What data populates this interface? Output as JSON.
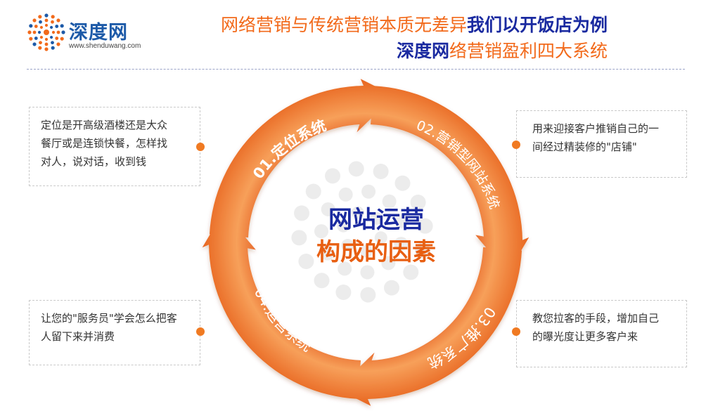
{
  "logo": {
    "name": "深度网",
    "url": "www.shenduwang.com"
  },
  "headline": {
    "line1_prefix": "网络营销与传统营销本质无差异",
    "line1_bold": "我们以开饭店为例",
    "line2_bold": "深度网",
    "line2_rest": "络营销盈利四大系统"
  },
  "center": {
    "line1": "网站运营",
    "line2": "构成的因素"
  },
  "segments": [
    {
      "label": "01.定位系统"
    },
    {
      "label": "02.营销型网站系统"
    },
    {
      "label": "03.推广系统"
    },
    {
      "label": "04.运营系统"
    }
  ],
  "notes": {
    "positioning": [
      "定位是开高级酒楼还是大众",
      "餐厅或是连锁快餐，怎样找",
      "对人，说对话，收到钱"
    ],
    "website": [
      "用来迎接客户推销自己的一",
      "间经过精装修的\"店铺\""
    ],
    "operation": [
      "让您的\"服务员\"学会怎么把客",
      "人留下来并消费"
    ],
    "promotion": [
      "教您拉客的手段，增加自己",
      "的曝光度让更多客户来"
    ]
  },
  "colors": {
    "accent_orange": "#f26a1b",
    "title_blue": "#1a2aa0",
    "logo_blue": "#1d5aa8",
    "ring_light": "#f7a05a",
    "ring_dark": "#e2561a"
  },
  "icons": [
    "logo-mark-icon",
    "bullet-dot-icon"
  ]
}
